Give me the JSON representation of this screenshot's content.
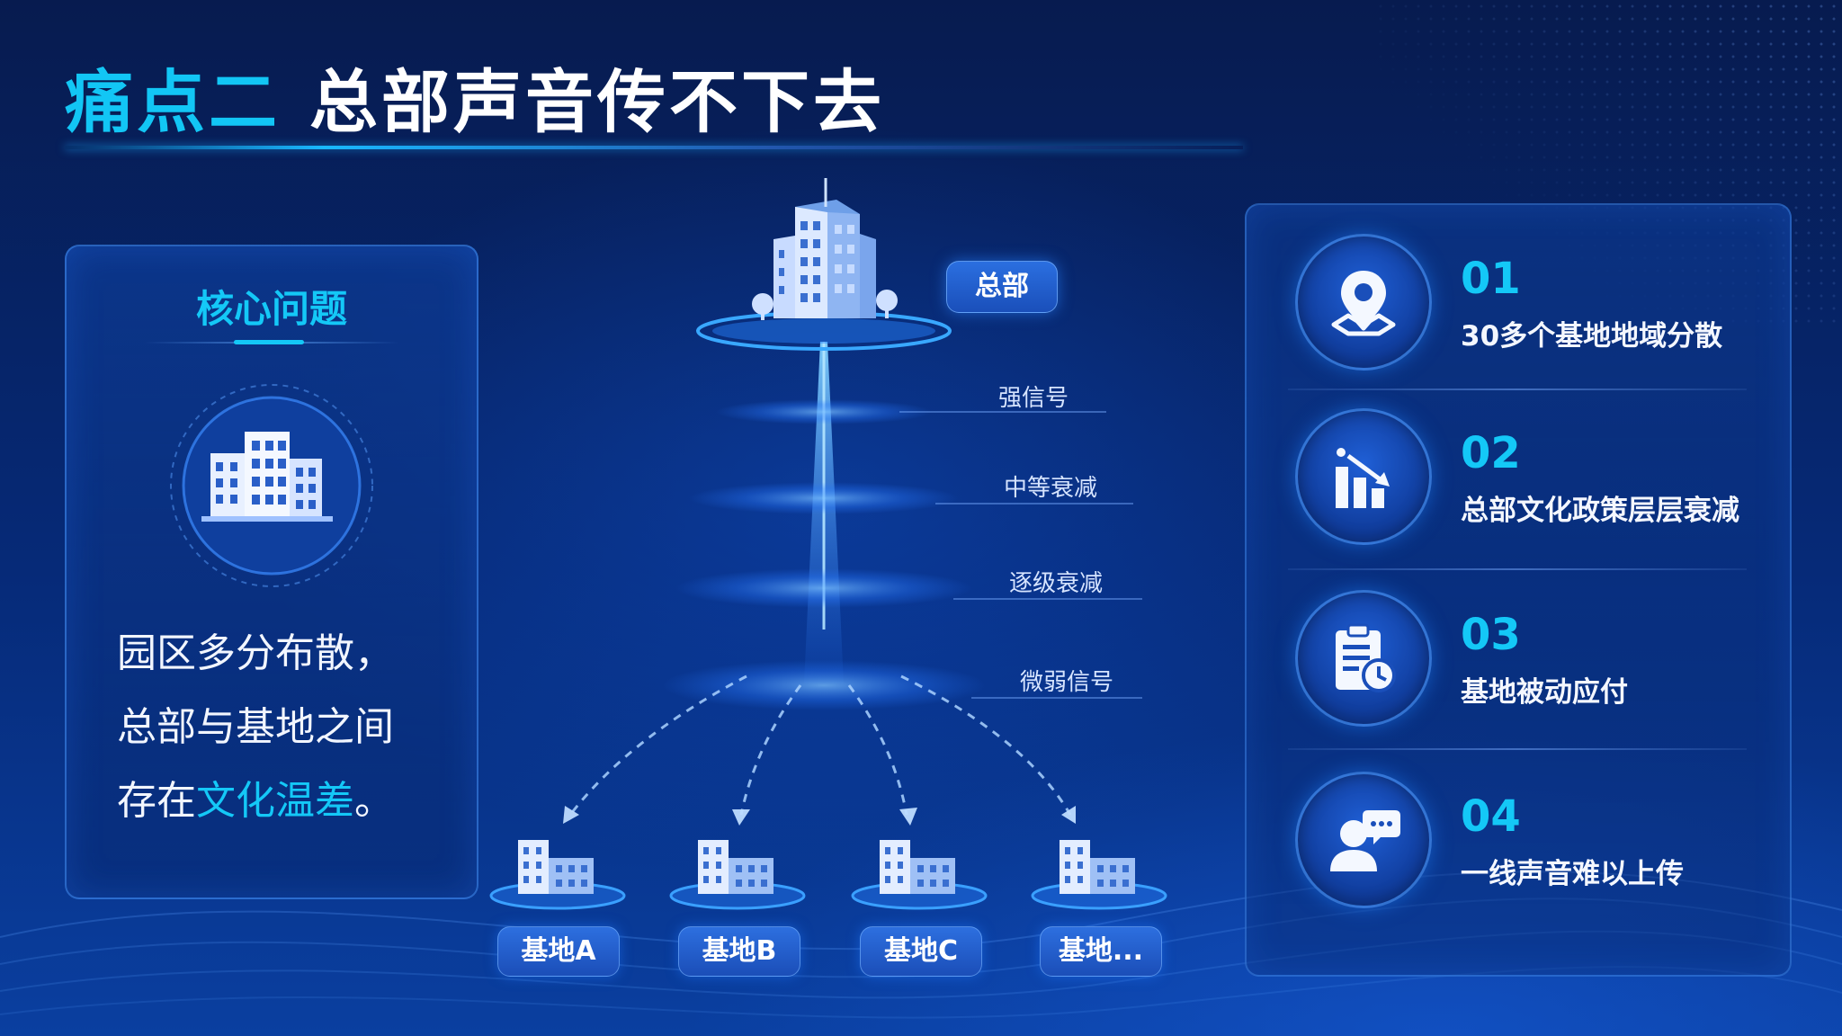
{
  "title": {
    "highlight": "痛点二",
    "main": "总部声音传不下去"
  },
  "core": {
    "heading": "核心问题",
    "line1": "园区多分布散，",
    "line2": "总部与基地之间",
    "line3_prefix": "存在",
    "line3_accent": "文化温差",
    "line3_suffix": "。"
  },
  "diagram": {
    "hq_label": "总部",
    "signal_levels": [
      "强信号",
      "中等衰减",
      "逐级衰减",
      "微弱信号"
    ],
    "bases": [
      "基地A",
      "基地B",
      "基地C",
      "基地..."
    ]
  },
  "issues": [
    {
      "num": "01",
      "text": "30多个基地地域分散",
      "icon": "location-pin-icon"
    },
    {
      "num": "02",
      "text": "总部文化政策层层衰减",
      "icon": "declining-chart-icon"
    },
    {
      "num": "03",
      "text": "基地被动应付",
      "icon": "clipboard-clock-icon"
    },
    {
      "num": "04",
      "text": "一线声音难以上传",
      "icon": "user-speech-icon"
    }
  ],
  "colors": {
    "accent": "#14c8f7",
    "badge": "#2b6fe0",
    "background": "#062a78"
  }
}
